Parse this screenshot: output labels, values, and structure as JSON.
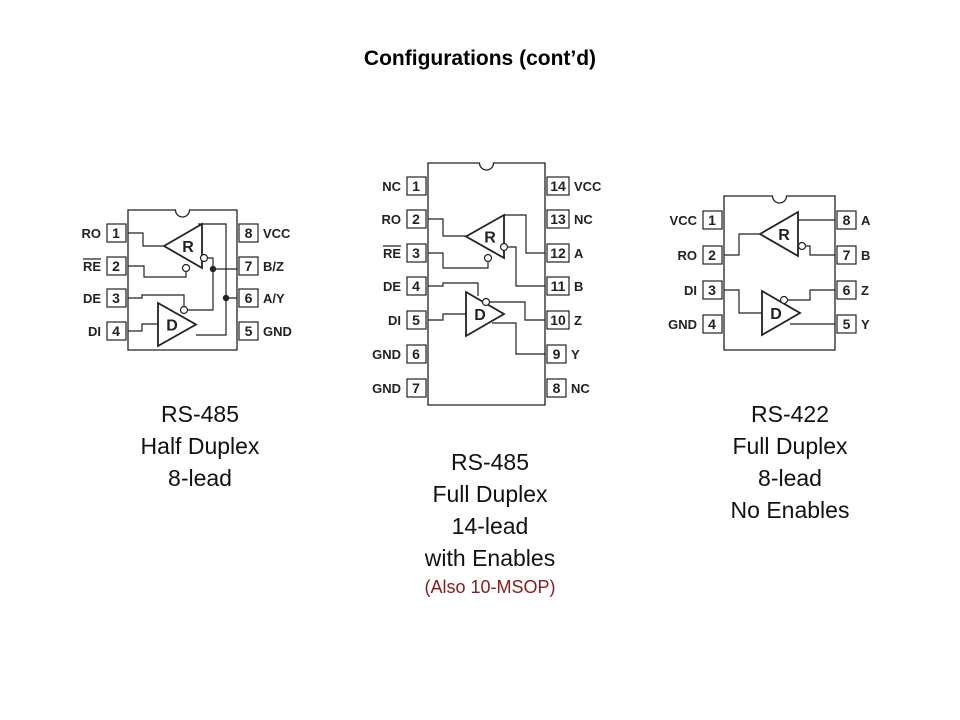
{
  "title": "Configurations (cont’d)",
  "diagrams": [
    {
      "id": "half-duplex",
      "left_pins": [
        {
          "num": "1",
          "label": "RO"
        },
        {
          "num": "2",
          "label": "RE",
          "overbar": true
        },
        {
          "num": "3",
          "label": "DE"
        },
        {
          "num": "4",
          "label": "DI"
        }
      ],
      "right_pins": [
        {
          "num": "8",
          "label": "VCC"
        },
        {
          "num": "7",
          "label": "B/Z"
        },
        {
          "num": "6",
          "label": "A/Y"
        },
        {
          "num": "5",
          "label": "GND"
        }
      ],
      "receiver_label": "R",
      "driver_label": "D",
      "caption": [
        "RS-485",
        "Half Duplex",
        "8-lead"
      ]
    },
    {
      "id": "full-duplex-14",
      "left_pins": [
        {
          "num": "1",
          "label": "NC"
        },
        {
          "num": "2",
          "label": "RO"
        },
        {
          "num": "3",
          "label": "RE",
          "overbar": true
        },
        {
          "num": "4",
          "label": "DE"
        },
        {
          "num": "5",
          "label": "DI"
        },
        {
          "num": "6",
          "label": "GND"
        },
        {
          "num": "7",
          "label": "GND"
        }
      ],
      "right_pins": [
        {
          "num": "14",
          "label": "VCC"
        },
        {
          "num": "13",
          "label": "NC"
        },
        {
          "num": "12",
          "label": "A"
        },
        {
          "num": "11",
          "label": "B"
        },
        {
          "num": "10",
          "label": "Z"
        },
        {
          "num": "9",
          "label": "Y"
        },
        {
          "num": "8",
          "label": "NC"
        }
      ],
      "receiver_label": "R",
      "driver_label": "D",
      "caption": [
        "RS-485",
        "Full Duplex",
        "14-lead",
        "with Enables"
      ],
      "note": "(Also 10-MSOP)"
    },
    {
      "id": "rs422",
      "left_pins": [
        {
          "num": "1",
          "label": "VCC"
        },
        {
          "num": "2",
          "label": "RO"
        },
        {
          "num": "3",
          "label": "DI"
        },
        {
          "num": "4",
          "label": "GND"
        }
      ],
      "right_pins": [
        {
          "num": "8",
          "label": "A"
        },
        {
          "num": "7",
          "label": "B"
        },
        {
          "num": "6",
          "label": "Z"
        },
        {
          "num": "5",
          "label": "Y"
        }
      ],
      "receiver_label": "R",
      "driver_label": "D",
      "caption": [
        "RS-422",
        "Full Duplex",
        "8-lead",
        "No Enables"
      ]
    }
  ],
  "colors": {
    "note": "#8b1a1a",
    "line": "#222222"
  }
}
